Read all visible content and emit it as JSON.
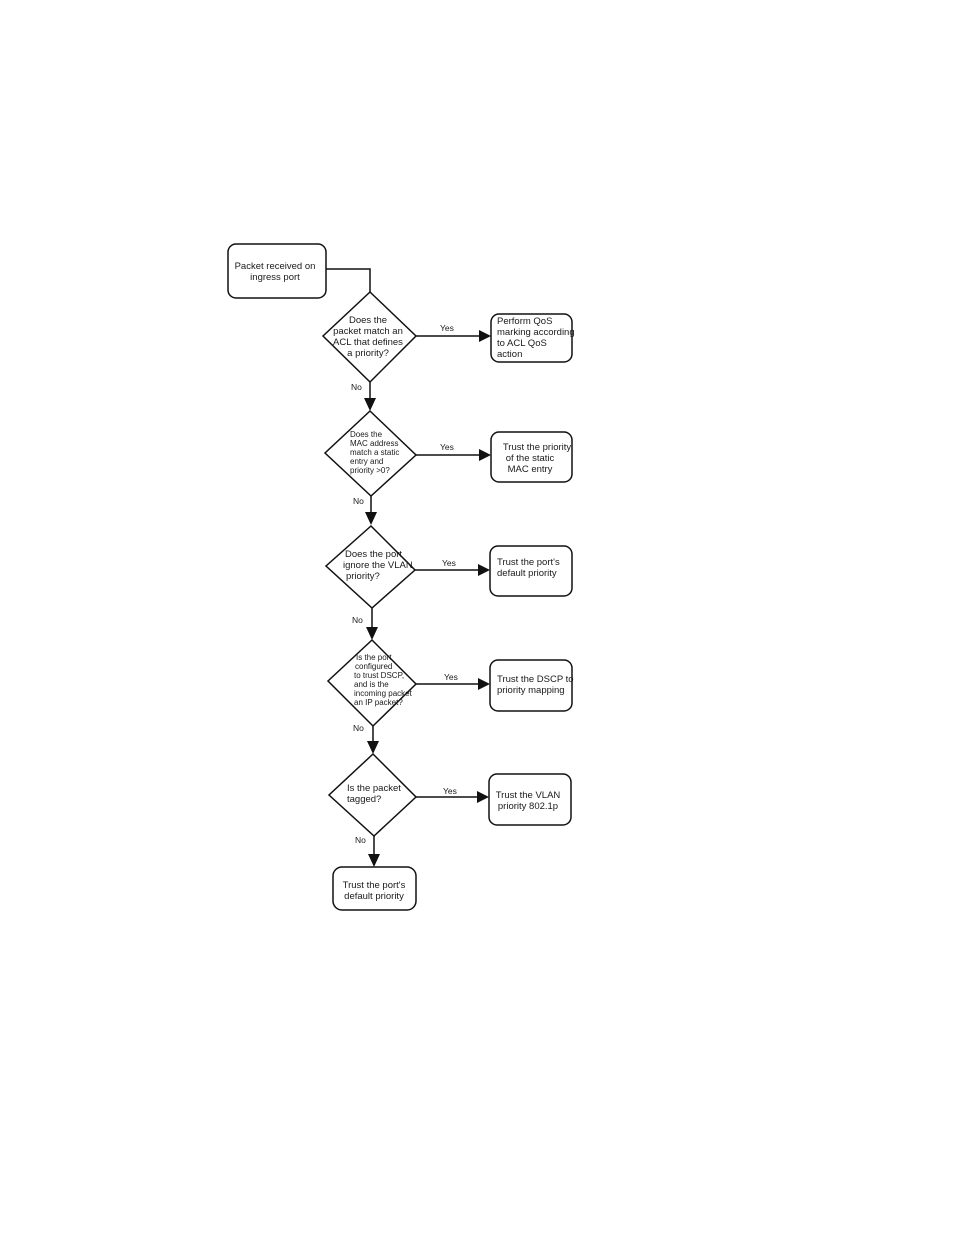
{
  "start": {
    "lines": [
      "Packet received on",
      "ingress port"
    ]
  },
  "decisions": [
    {
      "lines": [
        "Does the",
        "packet match an",
        "ACL that defines",
        "a priority?"
      ],
      "yes_label": "Yes",
      "no_label": "No",
      "outcome_lines": [
        "Perform QoS",
        "marking according",
        "to ACL QoS",
        "action"
      ]
    },
    {
      "lines": [
        "Does the",
        "MAC address",
        "match a static",
        "entry and",
        "priority >0?"
      ],
      "yes_label": "Yes",
      "no_label": "No",
      "outcome_lines": [
        "Trust the priority",
        "of the static",
        "MAC entry"
      ]
    },
    {
      "lines": [
        "Does the port",
        "ignore the VLAN",
        "priority?"
      ],
      "yes_label": "Yes",
      "no_label": "No",
      "outcome_lines": [
        "Trust the port's",
        "default priority"
      ]
    },
    {
      "lines": [
        "Is the port",
        "configured",
        "to trust DSCP,",
        "and is the",
        "incoming packet",
        "an IP packet?"
      ],
      "yes_label": "Yes",
      "no_label": "No",
      "outcome_lines": [
        "Trust the DSCP to",
        "priority mapping"
      ]
    },
    {
      "lines": [
        "Is the packet",
        "tagged?"
      ],
      "yes_label": "Yes",
      "no_label": "No",
      "outcome_lines": [
        "Trust the VLAN",
        "priority 802.1p"
      ]
    }
  ],
  "final": {
    "lines": [
      "Trust the port's",
      "default priority"
    ]
  }
}
